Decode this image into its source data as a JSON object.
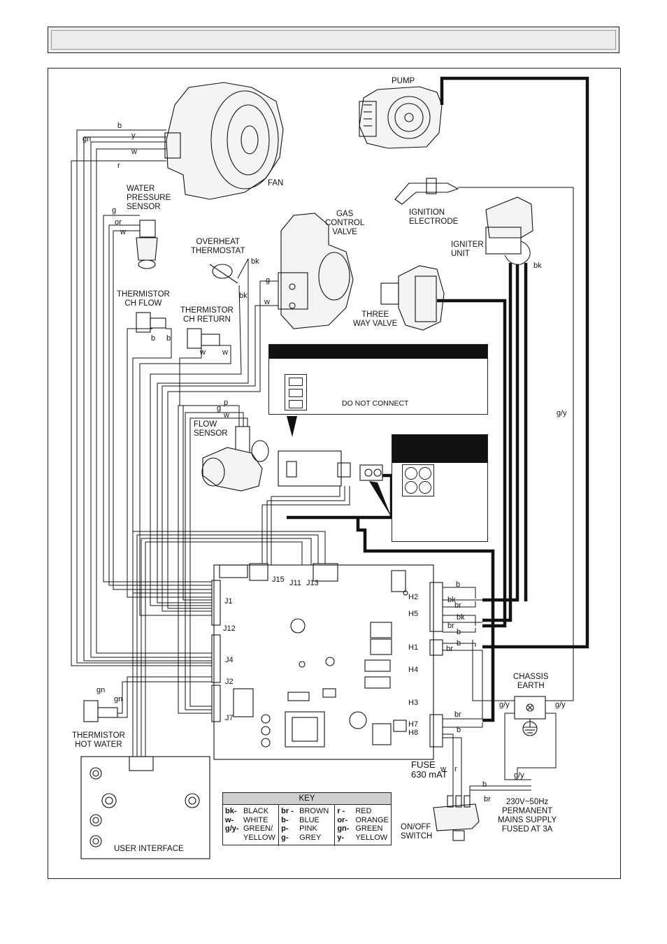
{
  "components": {
    "pump": "PUMP",
    "fan": "FAN",
    "water_pressure_sensor": [
      "WATER",
      "PRESSURE",
      "SENSOR"
    ],
    "gas_control_valve": [
      "GAS",
      "CONTROL",
      "VALVE"
    ],
    "ignition_electrode": [
      "IGNITION",
      "ELECTRODE"
    ],
    "igniter_unit": [
      "IGNITER",
      "UNIT"
    ],
    "overheat_thermostat": [
      "OVERHEAT",
      "THERMOSTAT"
    ],
    "thermistor_ch_flow": [
      "THERMISTOR",
      "CH FLOW"
    ],
    "thermistor_ch_return": [
      "THERMISTOR",
      "CH RETURN"
    ],
    "three_way_valve": [
      "THREE",
      "WAY VALVE"
    ],
    "flow_sensor": [
      "FLOW",
      "SENSOR"
    ],
    "thermistor_hot_water": [
      "THERMISTOR",
      "HOT WATER"
    ],
    "user_interface": "USER INTERFACE",
    "chassis_earth": [
      "CHASSIS",
      "EARTH"
    ],
    "fuse": [
      "FUSE",
      "630 mAT"
    ],
    "on_off_switch": [
      "ON/OFF",
      "SWITCH"
    ],
    "mains_supply": [
      "230V~50Hz",
      "PERMANENT",
      "MAINS SUPPLY",
      "FUSED AT 3A"
    ],
    "do_not_connect": "DO NOT CONNECT"
  },
  "connectors": {
    "j15": "J15",
    "j11": "J11",
    "j13": "J13",
    "j1": "J1",
    "j12": "J12",
    "j4": "J4",
    "j2": "J2",
    "j7": "J7",
    "h2": "H2",
    "h5": "H5",
    "h1": "H1",
    "h4": "H4",
    "h3": "H3",
    "h7": "H7",
    "h8": "H8"
  },
  "wire_tags": {
    "fan_b": "b",
    "fan_y": "y",
    "fan_gn": "gn",
    "fan_w": "w",
    "fan_r": "r",
    "wps_g": "g",
    "wps_or": "or",
    "wps_w": "w",
    "ot_bk1": "bk",
    "ot_bk2": "bk",
    "gcv_g": "g",
    "gcv_w": "w",
    "ig_bk": "bk",
    "gy_right": "g/y",
    "thf_b1": "b",
    "thf_b2": "b",
    "thr_w1": "w",
    "thr_w2": "w",
    "fs_p": "p",
    "fs_g": "g",
    "fs_w": "w",
    "h2_b": "b",
    "h2_bk": "bk",
    "h5_br": "br",
    "h5_bk": "bk",
    "h5_br2": "br",
    "h5_b": "b",
    "h1_b": "b",
    "h1_br": "br",
    "h7_br": "br",
    "h8_b": "b",
    "earth_gy1": "g/y",
    "earth_gy2": "g/y",
    "sw_w": "w",
    "sw_r": "r",
    "mains_b": "b",
    "mains_br": "br",
    "mains_gy": "g/y",
    "hw_gn1": "gn",
    "hw_gn2": "gn"
  },
  "key": {
    "title": "KEY",
    "columns": [
      [
        {
          "code": "bk-",
          "name": "BLACK"
        },
        {
          "code": "w-",
          "name": "WHITE"
        },
        {
          "code": "g/y-",
          "name": "GREEN/"
        },
        {
          "code": "",
          "name": "YELLOW"
        }
      ],
      [
        {
          "code": "br -",
          "name": "BROWN"
        },
        {
          "code": "b-",
          "name": "BLUE"
        },
        {
          "code": "p-",
          "name": "PINK"
        },
        {
          "code": "g-",
          "name": "GREY"
        }
      ],
      [
        {
          "code": "r -",
          "name": "RED"
        },
        {
          "code": "or-",
          "name": "ORANGE"
        },
        {
          "code": "gn-",
          "name": "GREEN"
        },
        {
          "code": "y-",
          "name": "YELLOW"
        }
      ]
    ]
  }
}
